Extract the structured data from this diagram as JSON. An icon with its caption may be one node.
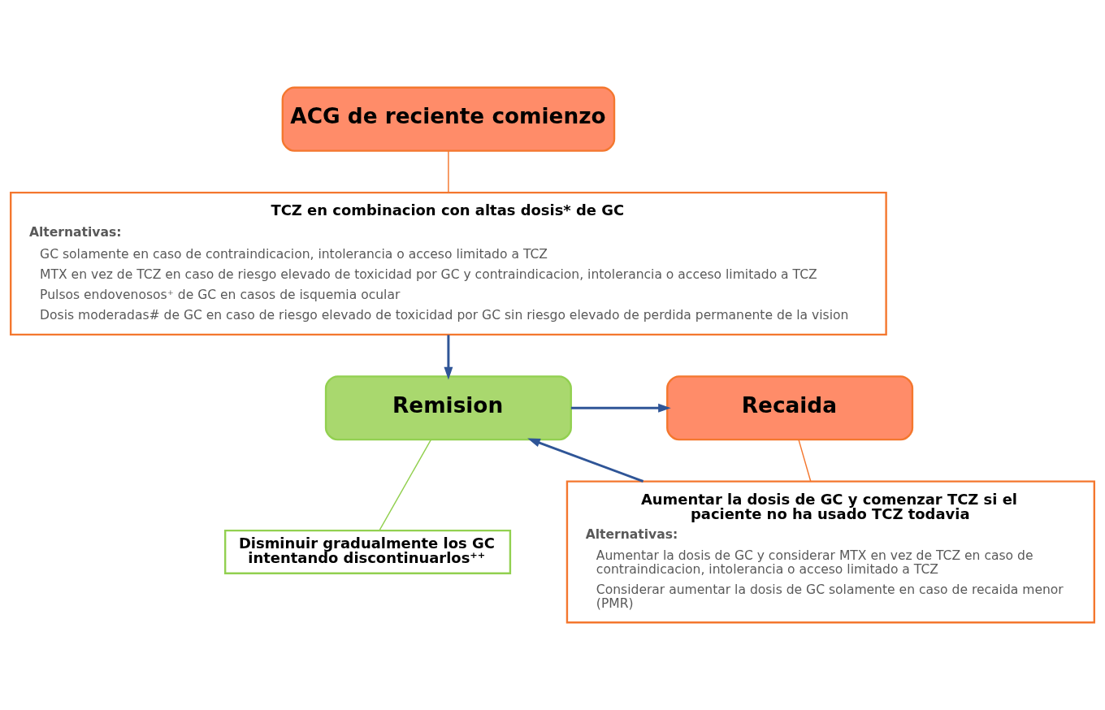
{
  "diagram": {
    "nodes": [
      {
        "text": [
          "ACG de reciente comienzo"
        ]
      },
      {
        "text": [
          "TCZ en combinacion con altas dosis* de GC",
          "Alternativas:",
          "GC solamente en caso de contraindicacion, intolerancia o acceso limitado a TCZ",
          "MTX en vez de TCZ en caso de riesgo elevado de toxicidad por GC y contraindicacion, intolerancia o acceso limitado a TCZ",
          "Pulsos endovenosos⁺ de GC en casos de isquemia ocular",
          "Dosis moderadas# de GC en caso de riesgo elevado de toxicidad por GC sin riesgo elevado de perdida permanente de la vision"
        ]
      },
      {
        "text": [
          "Remision"
        ]
      },
      {
        "text": [
          "Recaida"
        ]
      },
      {
        "text": [
          "Disminuir gradualmente los GC intentando discontinuarlos⁺⁺"
        ]
      },
      {
        "text": [
          "Aumentar la dosis de GC y comenzar TCZ si el paciente no ha usado TCZ todavia",
          "Alternativas:",
          "Aumentar la dosis de GC y considerar MTX en vez de TCZ en caso de contraindicacion, intolerancia o acceso limitado a TCZ",
          "Considerar aumentar la dosis de GC solamente en caso de recaida menor (PMR)"
        ]
      }
    ],
    "edges": [
      {
        "from": 0,
        "to": 1,
        "arrow": "none",
        "color": "#f4772e"
      },
      {
        "from": 1,
        "to": 2,
        "arrow": "to"
      },
      {
        "from": 2,
        "to": 3,
        "arrow": "to"
      },
      {
        "from": 2,
        "to": 4,
        "arrow": "none",
        "color": "#92d050"
      },
      {
        "from": 3,
        "to": 5,
        "arrow": "none",
        "color": "#f4772e"
      },
      {
        "from": 5,
        "to": 2,
        "arrow": "to"
      }
    ]
  }
}
